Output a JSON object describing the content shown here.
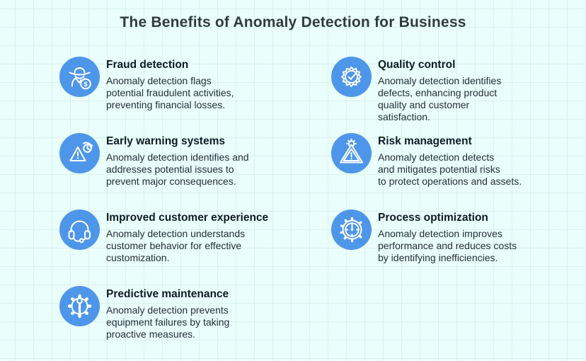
{
  "title": "The Benefits of Anomaly Detection for Business",
  "theme": {
    "background": "#eafefb",
    "grid_line": "#d8f2ec",
    "icon_circle": "#4e96e9",
    "icon_glyph": "#ffffff",
    "title_color": "#313b3d",
    "heading_color": "#0e1c26",
    "body_color": "#232f36"
  },
  "items": [
    {
      "icon": "spy-icon",
      "heading": "Fraud detection",
      "body": "Anomaly detection flags\npotential fraudulent activities,\npreventing financial losses."
    },
    {
      "icon": "quality-badge-icon",
      "heading": "Quality control",
      "body": "Anomaly detection identifies\ndefects, enhancing product\nquality and customer\nsatisfaction."
    },
    {
      "icon": "warning-clock-icon",
      "heading": "Early warning systems",
      "body": "Anomaly detection identifies and\naddresses potential issues to\nprevent major consequences."
    },
    {
      "icon": "warning-gear-icon",
      "heading": "Risk management",
      "body": "Anomaly detection detects\nand mitigates potential risks\nto protect operations and assets."
    },
    {
      "icon": "headset-icon",
      "heading": "Improved customer experience",
      "body": "Anomaly detection understands\ncustomer behavior for effective\ncustomization."
    },
    {
      "icon": "gauge-gear-icon",
      "heading": "Process optimization",
      "body": "Anomaly detection improves\nperformance and reduces costs\nby identifying inefficiencies."
    },
    {
      "icon": "gear-wrench-icon",
      "heading": "Predictive maintenance",
      "body": "Anomaly detection prevents\nequipment failures by taking\nproactive measures."
    }
  ]
}
